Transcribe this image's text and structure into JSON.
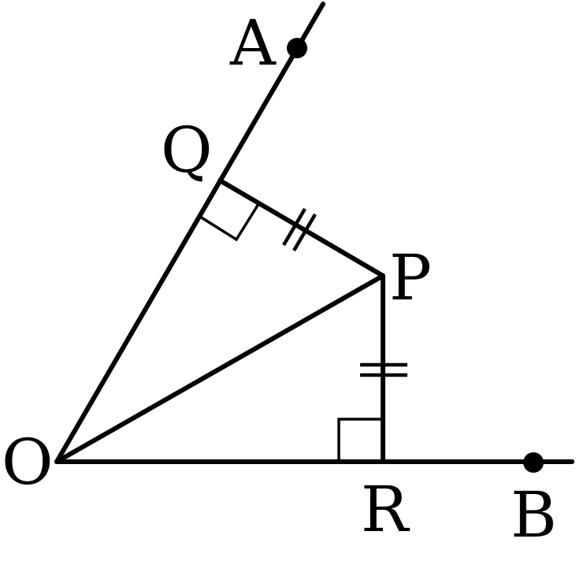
{
  "labels": {
    "A": "A",
    "Q": "Q",
    "P": "P",
    "O": "O",
    "R": "R",
    "B": "B"
  },
  "colors": {
    "ink": "#000000",
    "background": "#ffffff"
  }
}
